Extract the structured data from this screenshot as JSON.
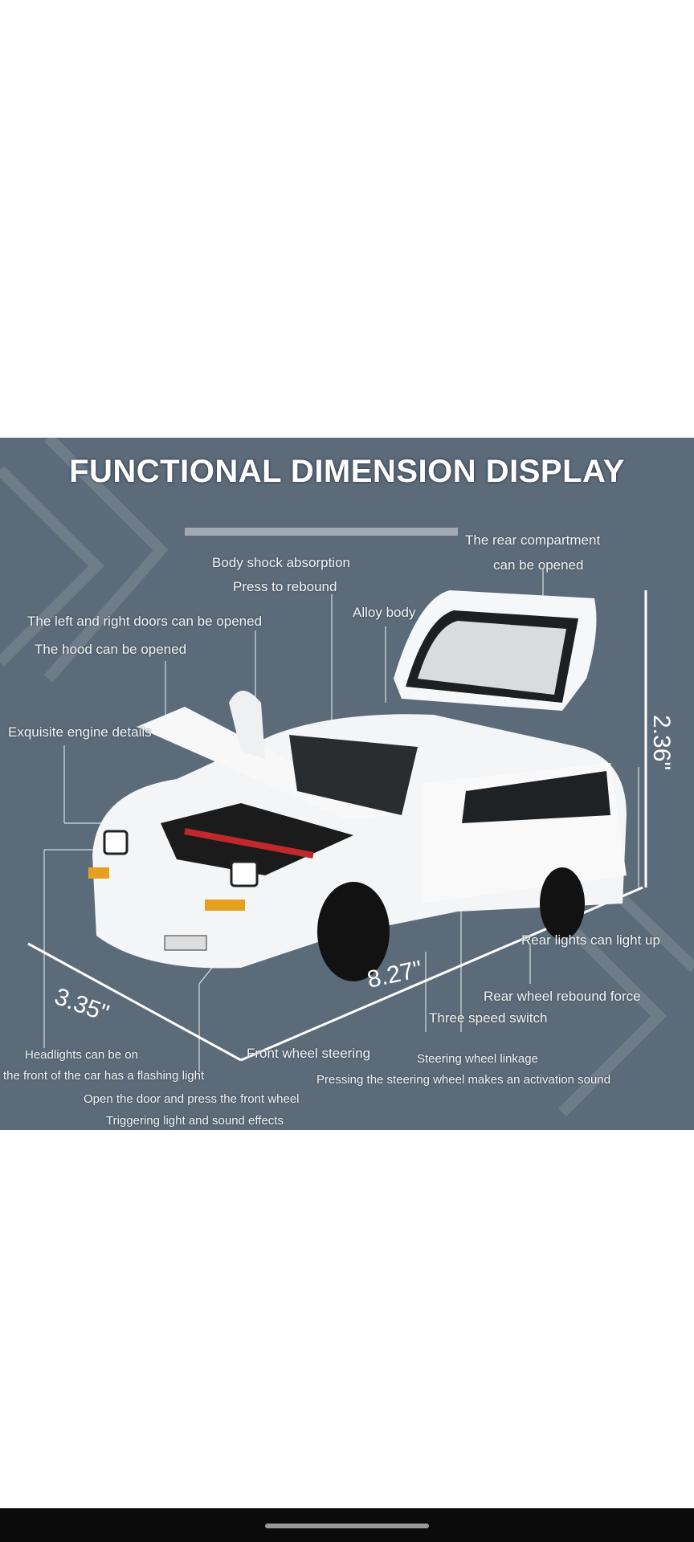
{
  "product_image": {
    "title": "FUNCTIONAL DIMENSION DISPLAY",
    "labels": {
      "rear_compartment_1": "The rear compartment",
      "rear_compartment_2": "can be opened",
      "body_shock": "Body shock absorption",
      "press_rebound": "Press to rebound",
      "alloy_body": "Alloy body",
      "doors": "The left and right doors can be opened",
      "hood": "The hood can be opened",
      "engine": "Exquisite engine details",
      "rear_lights": "Rear lights can light up",
      "rear_wheel": "Rear wheel rebound force",
      "three_speed": "Three speed switch",
      "headlights": "Headlights can be on",
      "front_steering": "Front wheel steering",
      "steering_linkage": "Steering wheel linkage",
      "flashing": "the front of the car has a flashing light",
      "pressing": "Pressing the steering wheel makes an activation sound",
      "open_door": "Open the door and press the front wheel",
      "triggering": "Triggering light and sound effects"
    },
    "dimensions": {
      "height": "2.36\"",
      "length": "8.27\"",
      "width": "3.35\""
    }
  },
  "colors": {
    "background": "#5b6b79",
    "text": "#ffffff"
  }
}
